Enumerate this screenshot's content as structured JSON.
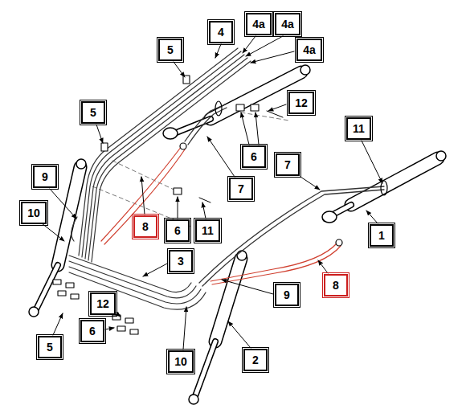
{
  "diagram": {
    "nodes": [
      {
        "text": [
          "4a"
        ]
      },
      {
        "text": [
          "4a"
        ]
      },
      {
        "text": [
          "4"
        ]
      },
      {
        "text": [
          "5"
        ]
      },
      {
        "text": [
          "4a"
        ]
      },
      {
        "text": [
          "12"
        ]
      },
      {
        "text": [
          "5"
        ]
      },
      {
        "text": [
          "11"
        ]
      },
      {
        "text": [
          "6"
        ]
      },
      {
        "text": [
          "7"
        ]
      },
      {
        "text": [
          "9"
        ]
      },
      {
        "text": [
          "7"
        ]
      },
      {
        "text": [
          "10"
        ]
      },
      {
        "text": [
          "8"
        ]
      },
      {
        "text": [
          "6"
        ]
      },
      {
        "text": [
          "11"
        ]
      },
      {
        "text": [
          "1"
        ]
      },
      {
        "text": [
          "3"
        ]
      },
      {
        "text": [
          "8"
        ]
      },
      {
        "text": [
          "9"
        ]
      },
      {
        "text": [
          "12"
        ]
      },
      {
        "text": [
          "6"
        ]
      },
      {
        "text": [
          "5"
        ]
      },
      {
        "text": [
          "2"
        ]
      },
      {
        "text": [
          "10"
        ]
      }
    ],
    "edges": []
  }
}
